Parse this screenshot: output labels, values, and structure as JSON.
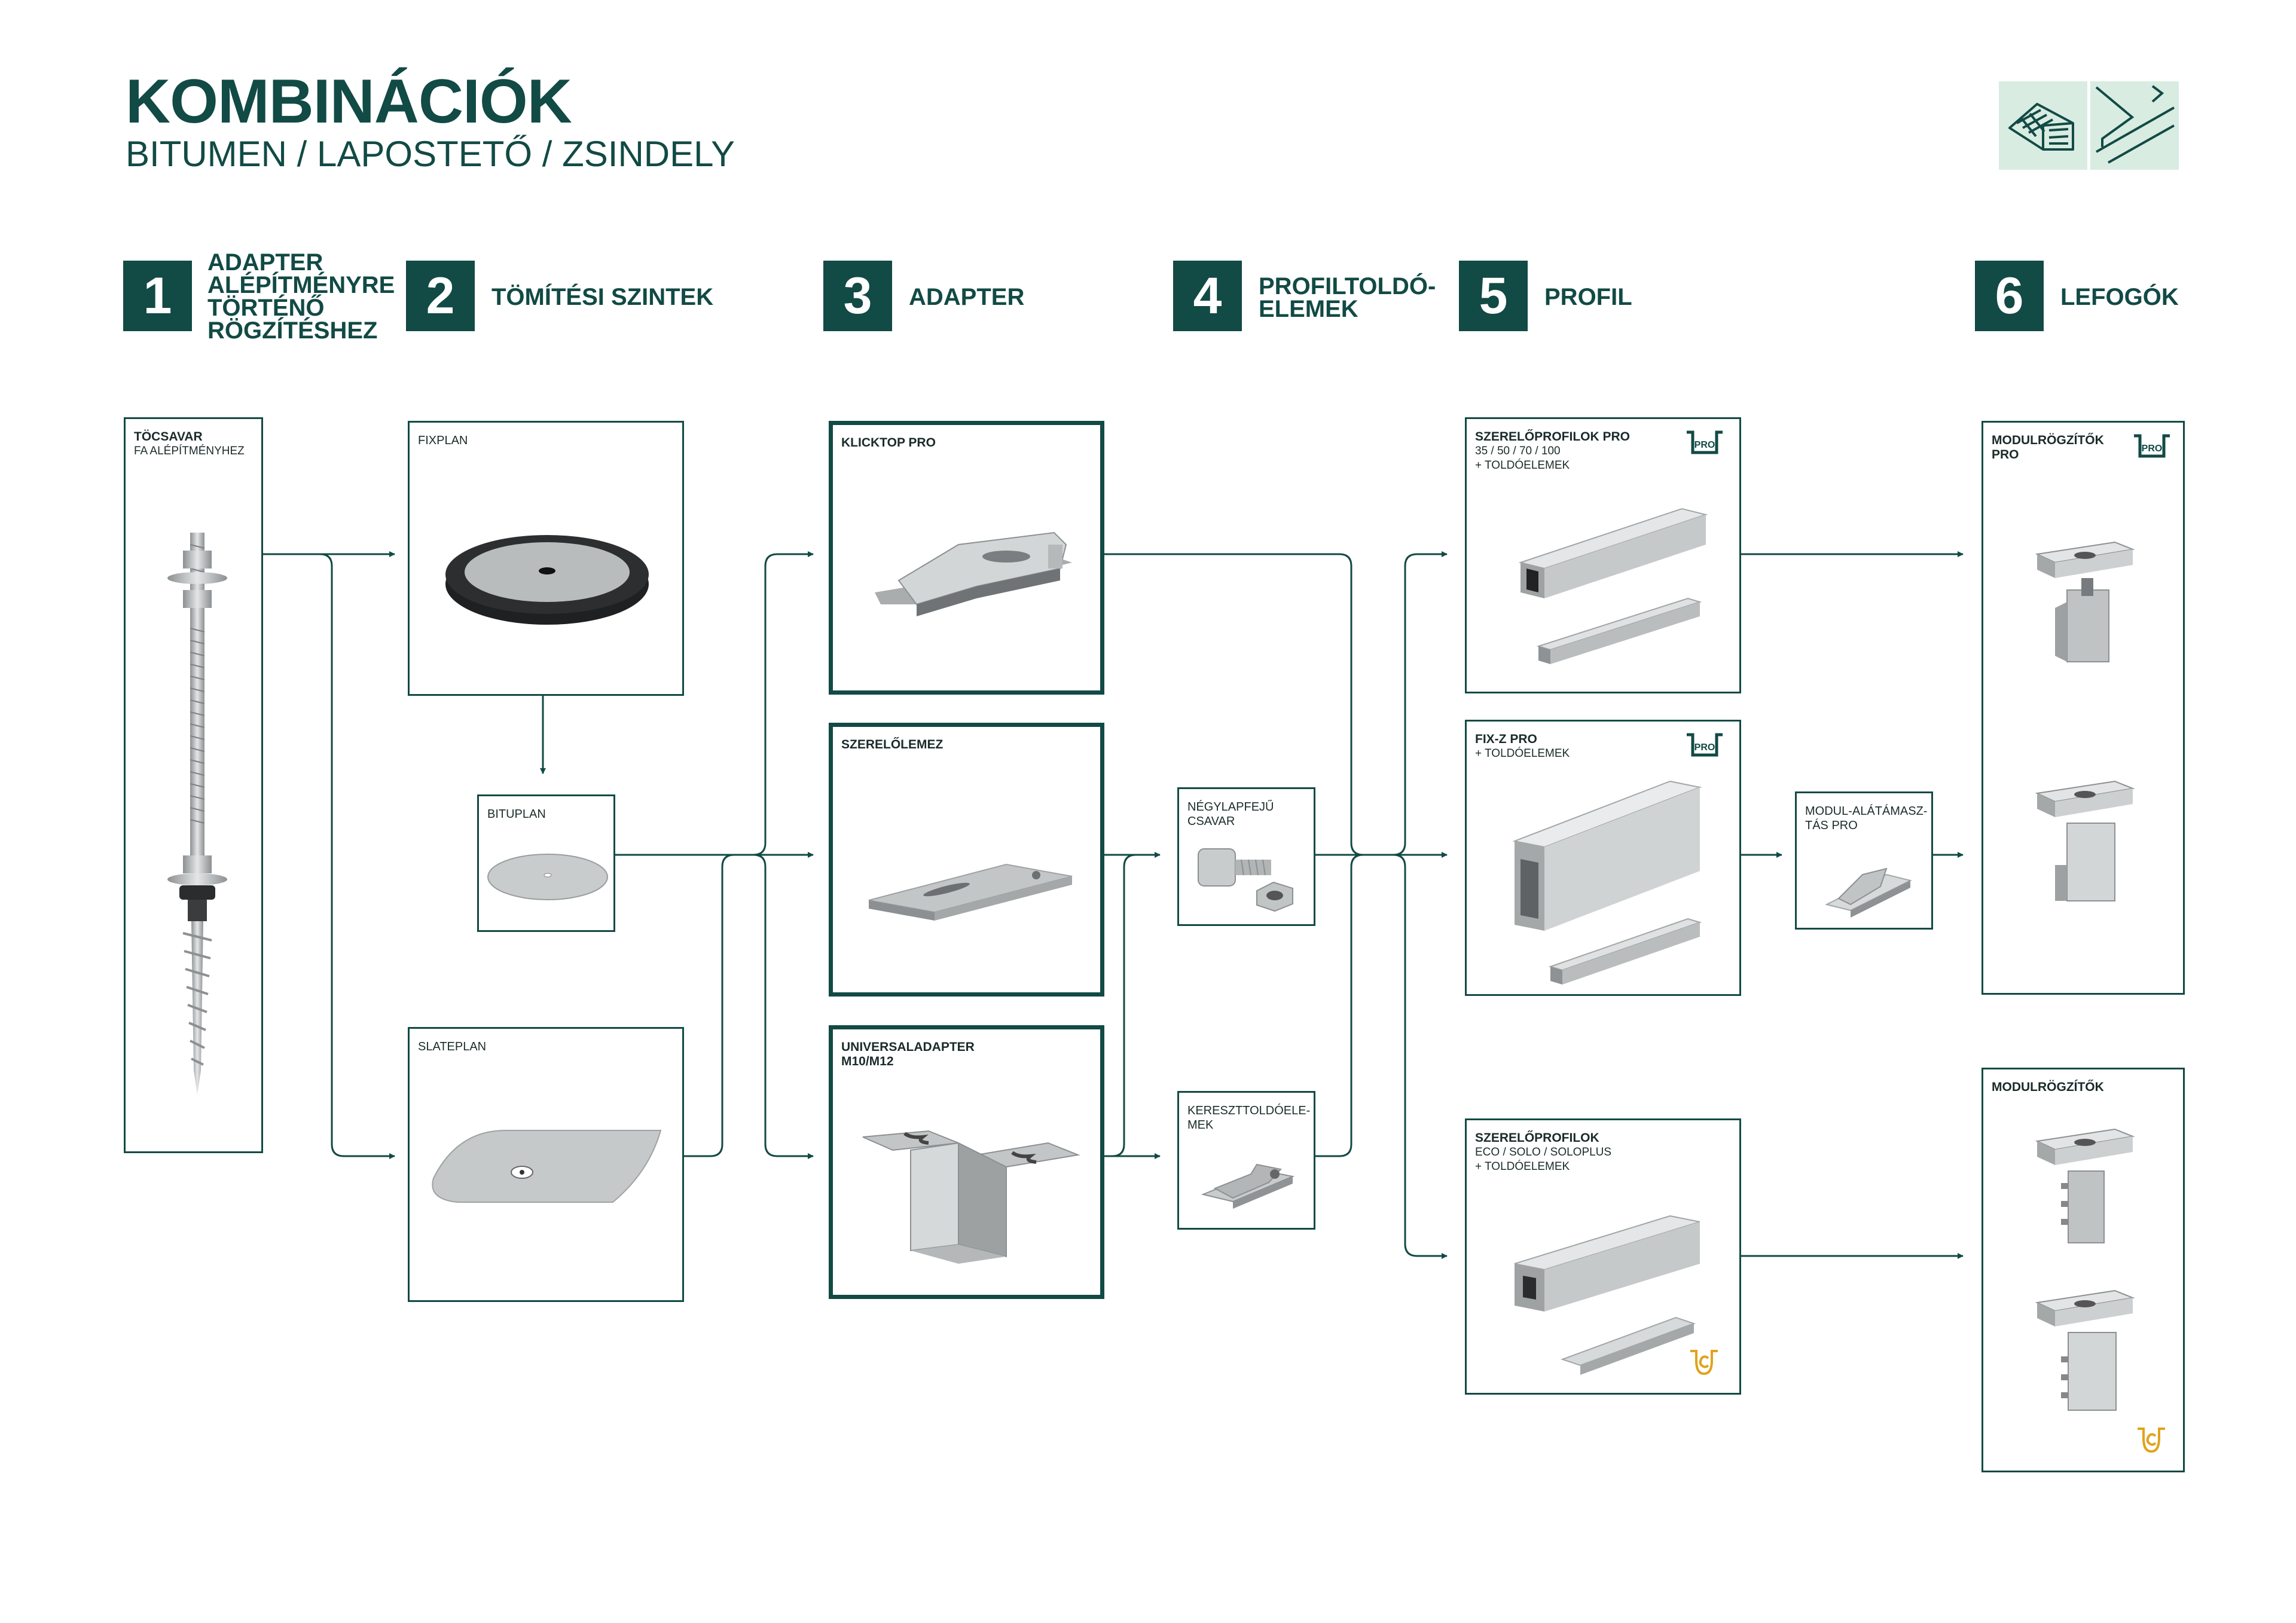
{
  "header": {
    "title": "KOMBINÁCIÓK",
    "subtitle": "BITUMEN / LAPOSTETŐ / ZSINDELY"
  },
  "steps": [
    {
      "number": "1",
      "label": "ADAPTER ALÉPÍTMÉNYRE TÖRTÉNŐ RÖGZÍTÉSHEZ"
    },
    {
      "number": "2",
      "label": "TÖMÍTÉSI SZINTEK"
    },
    {
      "number": "3",
      "label": "ADAPTER"
    },
    {
      "number": "4",
      "label": "PROFILTOLDÓ-ELEMEK"
    },
    {
      "number": "5",
      "label": "PROFIL"
    },
    {
      "number": "6",
      "label": "LEFOGÓK"
    }
  ],
  "products": {
    "tocsavar": {
      "title": "TÖCSAVAR",
      "sub": "FA ALÉPÍTMÉNYHEZ"
    },
    "fixplan": {
      "title": "FIXPLAN"
    },
    "bituplan": {
      "title": "BITUPLAN"
    },
    "slateplan": {
      "title": "SLATEPLAN"
    },
    "klicktop": {
      "title": "KLICKTOP PRO"
    },
    "szerelolemez": {
      "title": "SZERELŐLEMEZ"
    },
    "universaladapter": {
      "title": "UNIVERSALADAPTER",
      "title2": "M10/M12"
    },
    "negylapfeju": {
      "title": "NÉGYLAPFEJŰ",
      "title2": "CSAVAR"
    },
    "keresztoldo": {
      "title": "KERESZTTOLDÓELE-",
      "title2": "MEK"
    },
    "szereloprofilok_pro": {
      "title": "SZERELŐPROFILOK PRO",
      "sub1": "35 / 50 / 70 / 100",
      "sub2": "+ TOLDÓELEMEK",
      "badge": "PRO"
    },
    "fixz_pro": {
      "title": "FIX-Z PRO",
      "sub1": "+ TOLDÓELEMEK",
      "badge": "PRO"
    },
    "szereloprofilok_eco": {
      "title": "SZERELŐPROFILOK",
      "sub1": "ECO / SOLO / SOLOPLUS",
      "sub2": "+ TOLDÓELEMEK"
    },
    "modul_alatamasztas": {
      "title": "MODUL-ALÁTÁMASZ-",
      "title2": "TÁS PRO"
    },
    "modulrogzitok_pro": {
      "title": "MODULRÖGZÍTŐK",
      "title2": "PRO",
      "badge": "PRO"
    },
    "modulrogzitok": {
      "title": "MODULRÖGZÍTŐK"
    }
  },
  "colors": {
    "primary": "#124a45",
    "logo_bg": "#d9ece2",
    "c_badge": "#e0a31c"
  }
}
